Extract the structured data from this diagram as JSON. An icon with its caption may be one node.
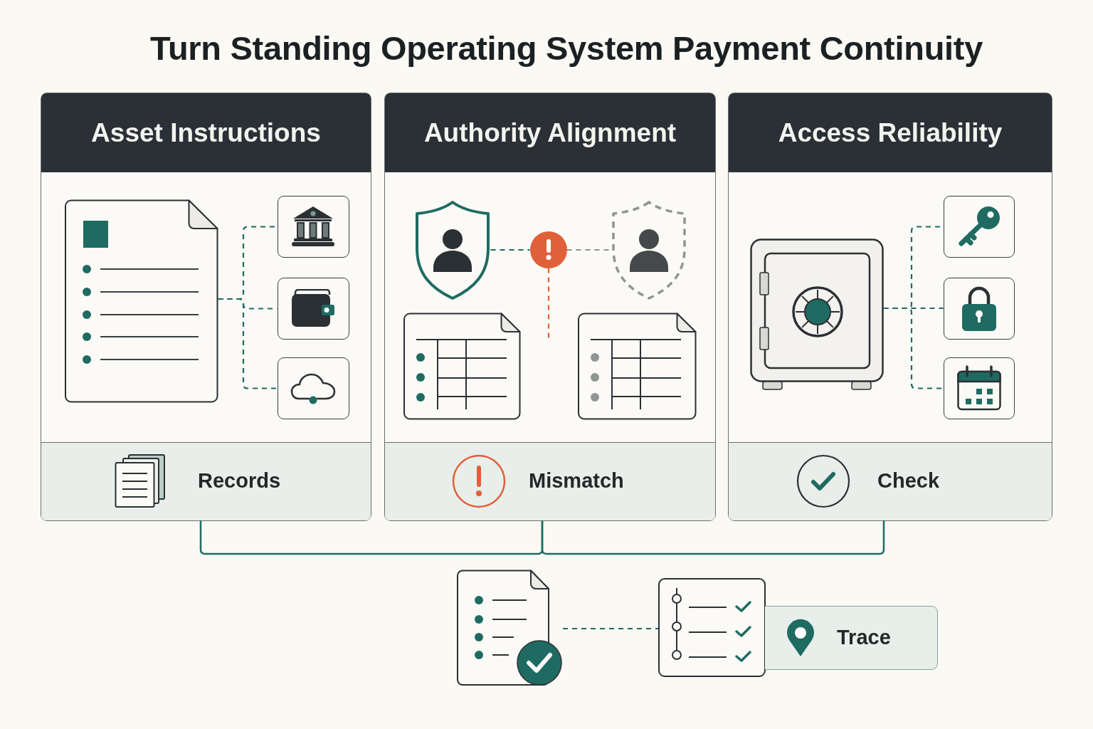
{
  "diagram": {
    "title": "Turn Standing Operating System Payment Continuity",
    "nodes": [
      {
        "text": [
          "Asset Instructions"
        ]
      },
      {
        "text": [],
        "shape": "picture",
        "in": 0
      },
      {
        "text": [],
        "shape": "box",
        "in": 0
      },
      {
        "text": [],
        "shape": "box",
        "in": 0
      },
      {
        "text": [],
        "shape": "box",
        "in": 0
      },
      {
        "text": [
          "Records"
        ],
        "in": 0
      },
      {
        "text": [
          "Authority Alignment"
        ]
      },
      {
        "text": [],
        "shape": "picture",
        "in": 6
      },
      {
        "text": [],
        "shape": "circle",
        "in": 6
      },
      {
        "text": [],
        "shape": "picture",
        "in": 6
      },
      {
        "text": [],
        "shape": "picture",
        "in": 6
      },
      {
        "text": [],
        "shape": "picture",
        "in": 6
      },
      {
        "text": [
          "Mismatch"
        ],
        "in": 6
      },
      {
        "text": [
          "Access Reliability"
        ]
      },
      {
        "text": [],
        "shape": "picture",
        "in": 13
      },
      {
        "text": [],
        "shape": "box",
        "in": 13
      },
      {
        "text": [],
        "shape": "box",
        "in": 13
      },
      {
        "text": [],
        "shape": "box",
        "in": 13
      },
      {
        "text": [
          "Check"
        ],
        "in": 13
      },
      {
        "text": [],
        "shape": "picture"
      },
      {
        "text": [],
        "shape": "picture"
      },
      {
        "text": [
          "Trace"
        ]
      }
    ],
    "edges": [
      {
        "from": 1,
        "to": 2,
        "arrow": "none",
        "style": "dashed"
      },
      {
        "from": 1,
        "to": 3,
        "arrow": "none",
        "style": "dashed"
      },
      {
        "from": 1,
        "to": 4,
        "arrow": "none",
        "style": "dashed"
      },
      {
        "from": 7,
        "to": 8,
        "arrow": "none",
        "style": "dashed"
      },
      {
        "from": 8,
        "to": 9,
        "arrow": "none",
        "style": "dashed",
        "color": "#8f9592"
      },
      {
        "from": 8,
        "to": null,
        "arrow": "none",
        "style": "dashed",
        "color": "#e0603a"
      },
      {
        "from": 14,
        "to": 15,
        "arrow": "none",
        "style": "dashed"
      },
      {
        "from": 14,
        "to": 16,
        "arrow": "none",
        "style": "dashed"
      },
      {
        "from": 14,
        "to": 17,
        "arrow": "none",
        "style": "dashed"
      },
      {
        "from": 5,
        "to": 12,
        "arrow": "none"
      },
      {
        "from": 18,
        "to": 12,
        "arrow": "none"
      },
      {
        "from": 19,
        "to": 20,
        "arrow": "none",
        "style": "dashed"
      }
    ]
  }
}
